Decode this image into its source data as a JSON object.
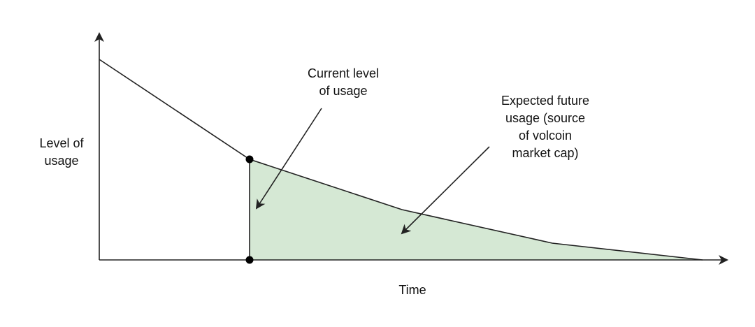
{
  "labels": {
    "y_axis": [
      "Level of",
      "usage"
    ],
    "x_axis": "Time",
    "current": [
      "Current level",
      "of usage"
    ],
    "future": [
      "Expected future",
      "usage (source",
      "of volcoin",
      "market cap)"
    ]
  },
  "colors": {
    "fill": "#d5e8d4",
    "line": "#222222"
  }
}
